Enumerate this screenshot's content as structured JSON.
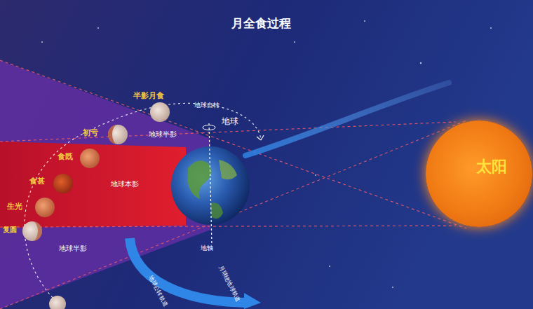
{
  "diagram": {
    "title": "月全食过程",
    "nodes": [
      {
        "text": [
          "太阳"
        ]
      }
    ],
    "labels": [
      "半影月食",
      "地球自转",
      "初亏",
      "地球半影",
      "地球",
      "食既",
      "食甚",
      "地球本影",
      "生光",
      "复圆",
      "地轴",
      "地球半影",
      "地球公转轨道",
      "月球绕地球轨道"
    ]
  }
}
